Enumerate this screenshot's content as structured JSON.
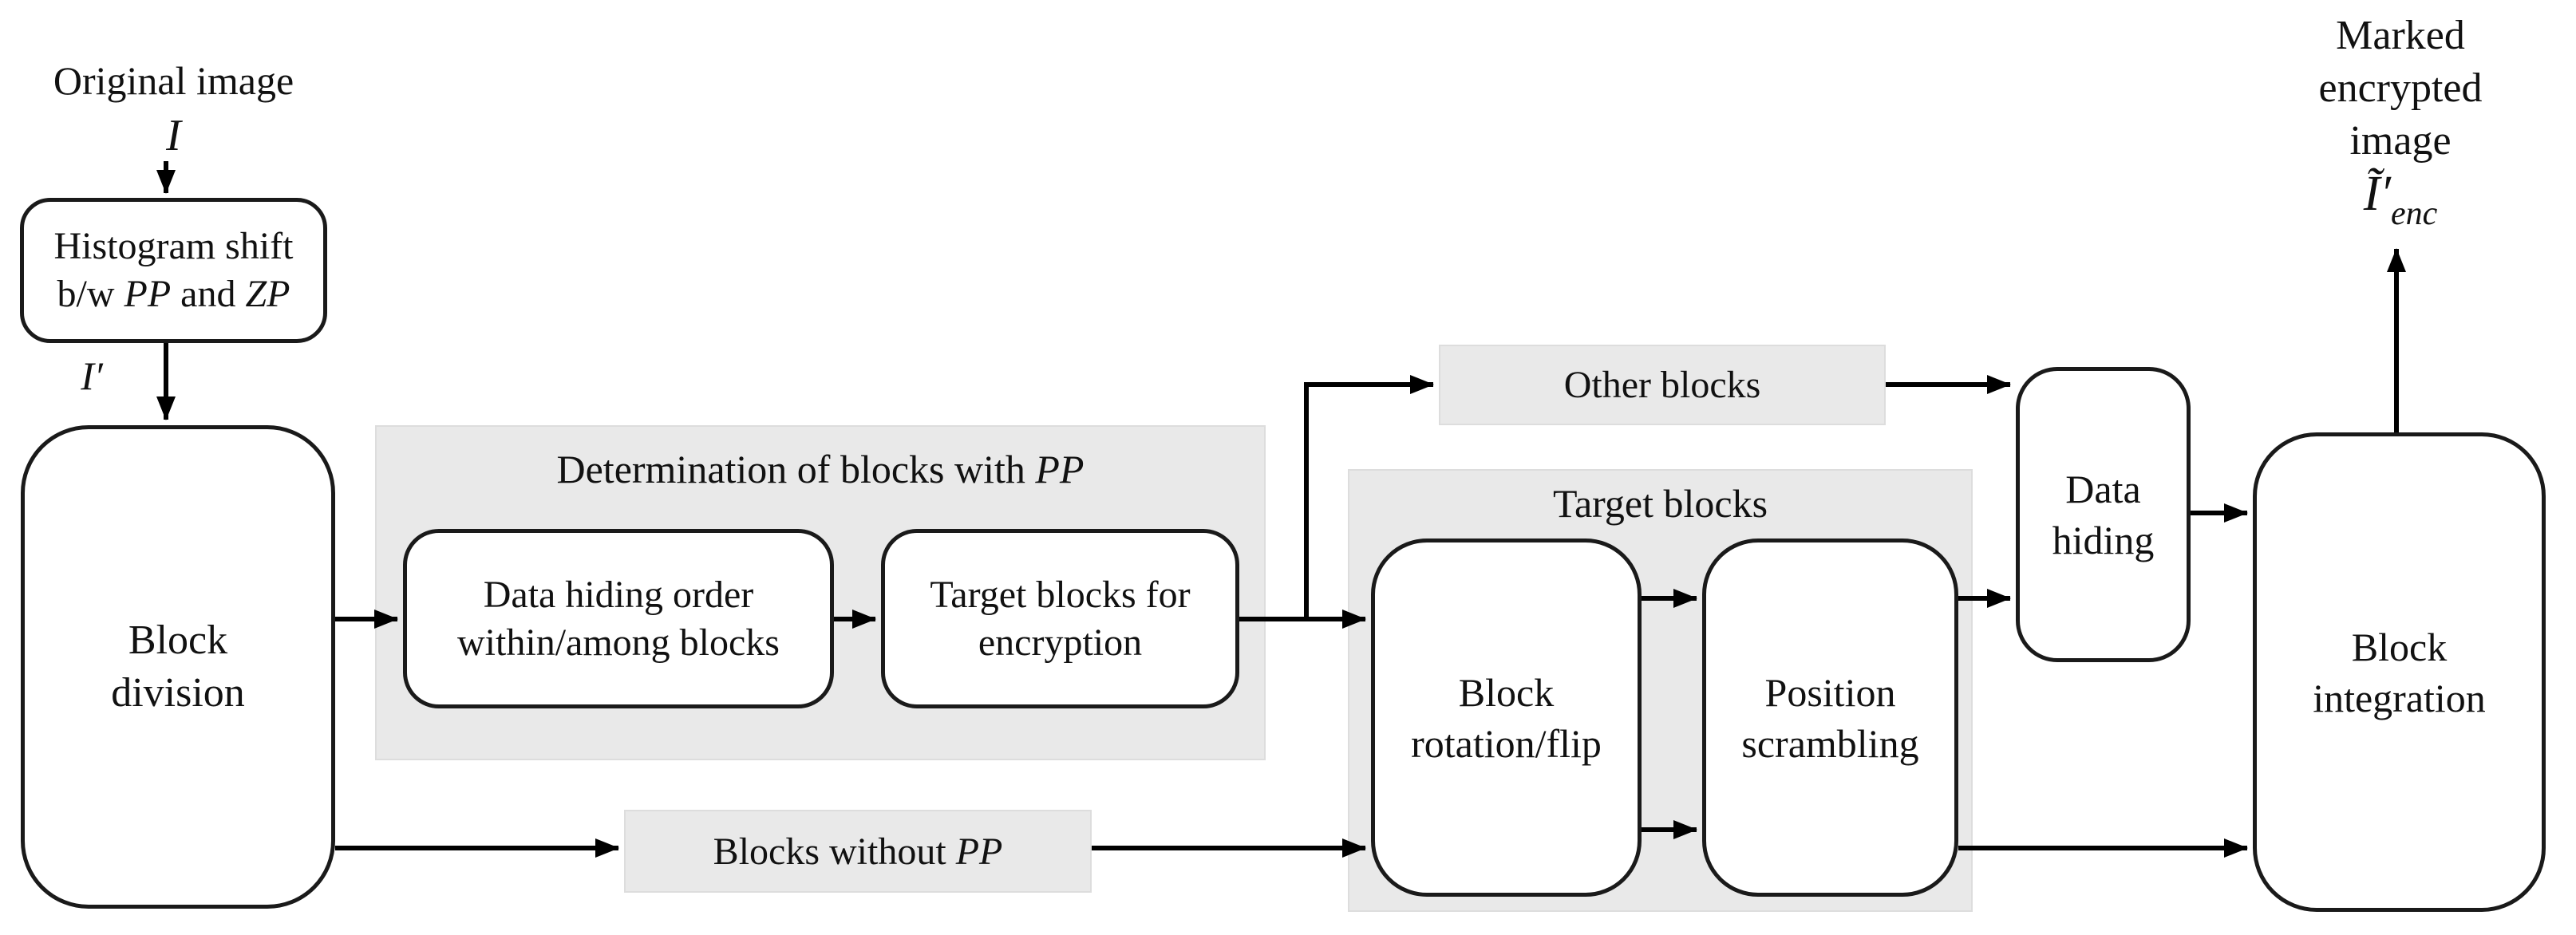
{
  "colors": {
    "background": "#ffffff",
    "box_fill": "#ffffff",
    "box_border": "#1a1a1a",
    "group_fill": "#e9e9e9",
    "arrow": "#000000",
    "text": "#111111"
  },
  "input": {
    "caption": "Original image",
    "symbol": "I",
    "intermediate_symbol": "I′"
  },
  "output": {
    "caption_lines": [
      "Marked",
      "encrypted",
      "image"
    ],
    "symbol_main": "Ĩ′",
    "symbol_sub": "enc"
  },
  "nodes": {
    "histogram_shift": {
      "line1": "Histogram shift",
      "line2_pre": "b/w ",
      "line2_pp": "PP",
      "line2_mid": " and ",
      "line2_zp": "ZP"
    },
    "block_division": {
      "line1": "Block",
      "line2": "division"
    },
    "determination_group": {
      "title_pre": "Determination of blocks with ",
      "title_italic": "PP"
    },
    "data_hiding_order": {
      "line1": "Data hiding order",
      "line2": "within/among blocks"
    },
    "target_blocks_for_encryption": {
      "line1": "Target blocks for",
      "line2": "encryption"
    },
    "other_blocks": {
      "label": "Other blocks"
    },
    "target_blocks_group": {
      "title": "Target blocks"
    },
    "block_rotation_flip": {
      "line1": "Block",
      "line2": "rotation/flip"
    },
    "position_scrambling": {
      "line1": "Position",
      "line2": "scrambling"
    },
    "data_hiding": {
      "line1": "Data",
      "line2": "hiding"
    },
    "block_integration": {
      "line1": "Block",
      "line2": "integration"
    },
    "blocks_without_pp": {
      "pre": "Blocks without ",
      "italic": "PP"
    }
  }
}
